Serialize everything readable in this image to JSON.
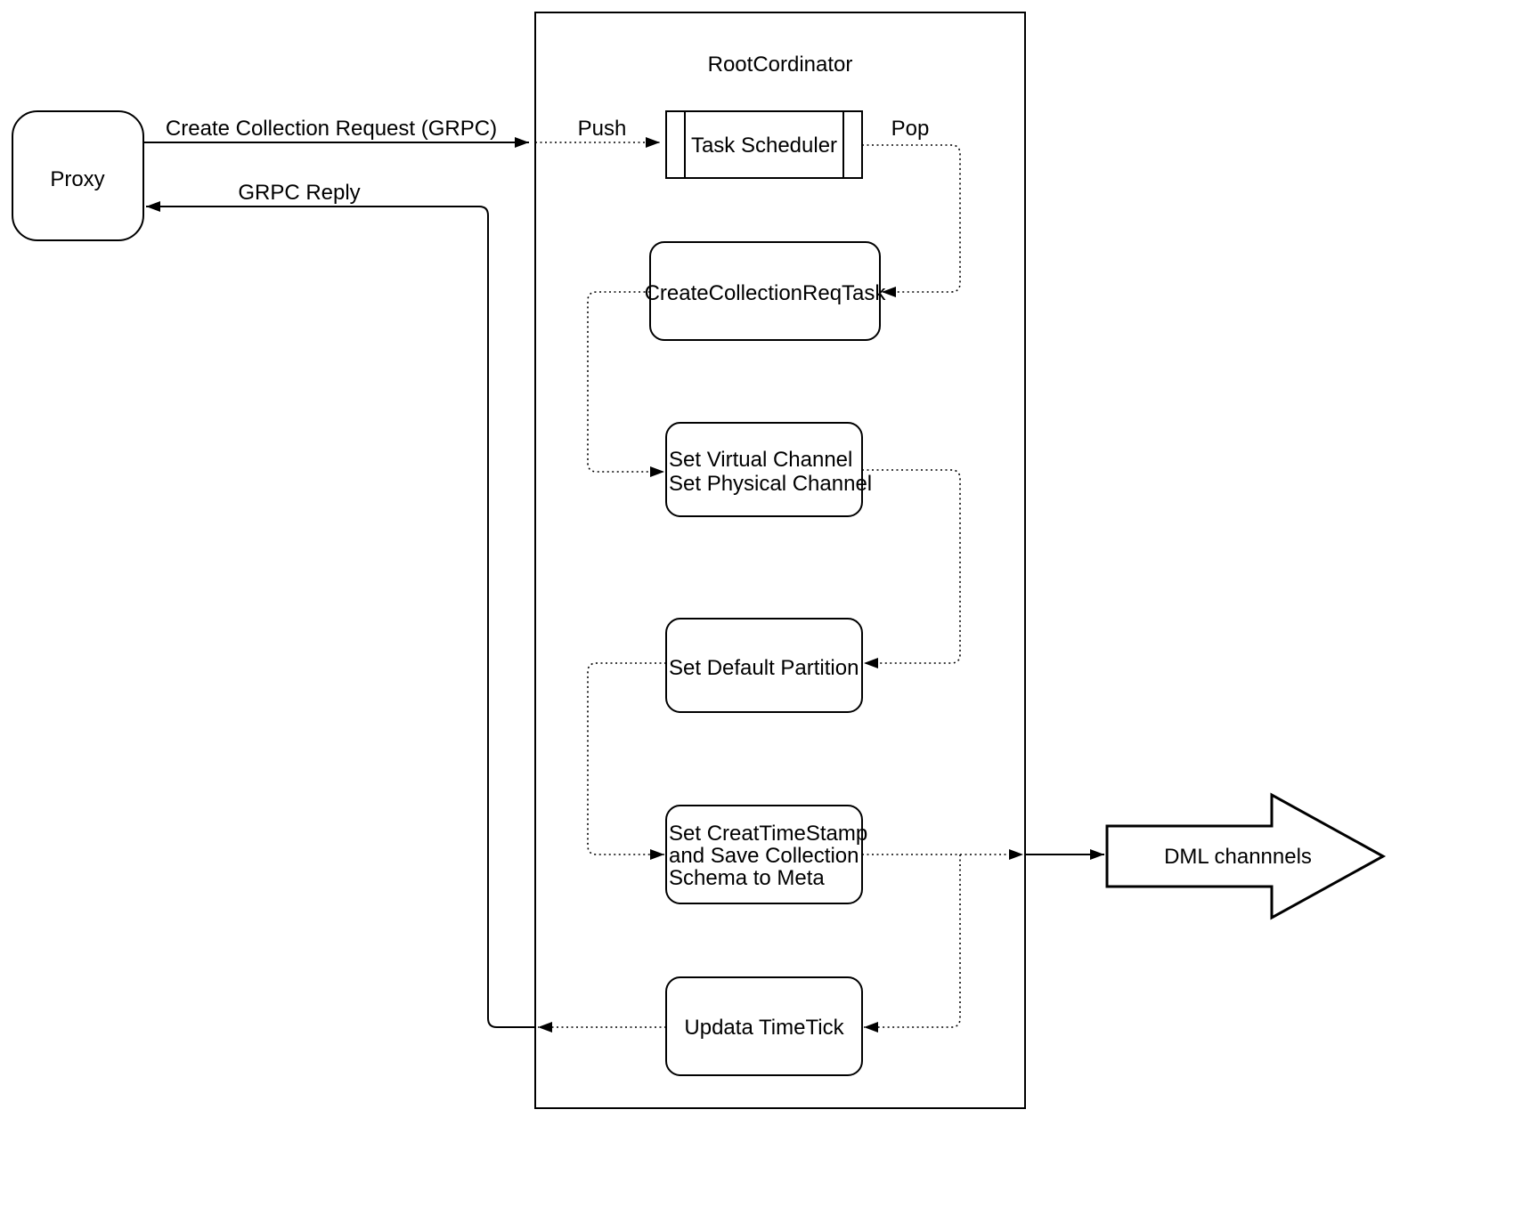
{
  "diagram": {
    "container": {
      "title": "RootCordinator"
    },
    "nodes": {
      "proxy": {
        "label": "Proxy"
      },
      "task_scheduler": {
        "label": "Task Scheduler"
      },
      "create_collection_req_task": {
        "label": "CreateCollectionReqTask"
      },
      "set_channels": {
        "line1": "Set Virtual Channel",
        "line2": "Set Physical Channel"
      },
      "set_default_partition": {
        "label": "Set Default Partition"
      },
      "set_timestamp_meta": {
        "line1": "Set CreatTimeStamp",
        "line2": "and Save Collection",
        "line3": "Schema to Meta"
      },
      "updata_timetick": {
        "label": "Updata TimeTick"
      },
      "dml_channels": {
        "label": "DML channnels"
      }
    },
    "edge_labels": {
      "create_collection_request": "Create Collection Request (GRPC)",
      "grpc_reply": "GRPC Reply",
      "push": "Push",
      "pop": "Pop"
    },
    "colors": {
      "stroke": "#000000",
      "background": "#ffffff"
    }
  }
}
